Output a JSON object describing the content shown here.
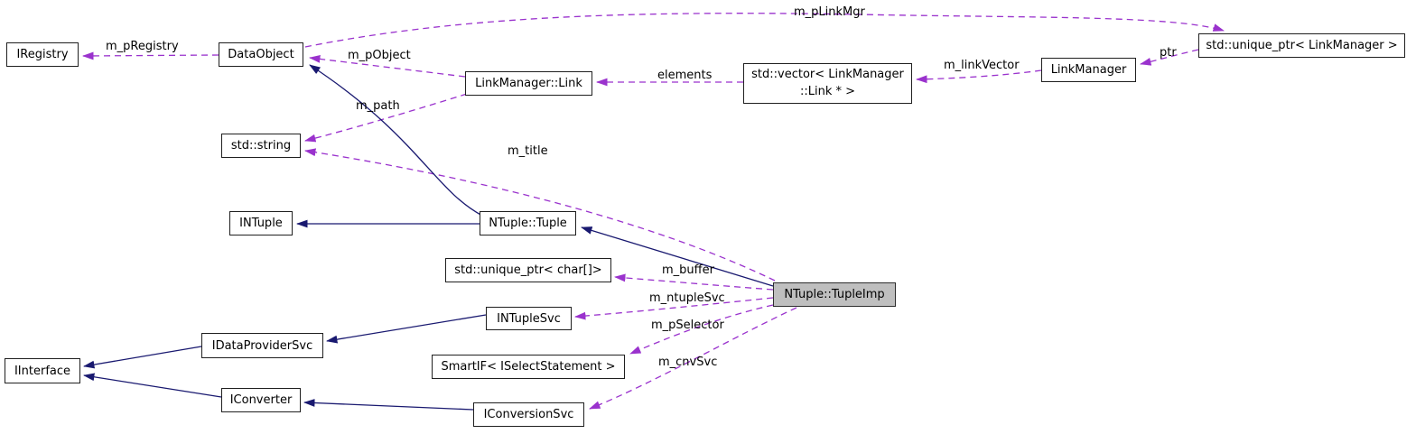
{
  "diagram": {
    "type": "class-collaboration-graph",
    "main_class": "NTuple::TupleImp",
    "colors": {
      "member_edge": "#9a32cd",
      "inheritance_edge": "#191970",
      "main_node_fill": "#bfbfbf",
      "node_fill": "#ffffff",
      "node_border": "#1f1f1f"
    },
    "nodes": {
      "iregistry": {
        "label": "IRegistry"
      },
      "dataobject": {
        "label": "DataObject"
      },
      "unique_ptr_linkmanager": {
        "label": "std::unique_ptr< LinkManager >"
      },
      "linkmanager": {
        "label": "LinkManager"
      },
      "vector_link": {
        "label": "std::vector< LinkManager ::Link * >",
        "line1": "std::vector< LinkManager",
        "line2": "::Link * >"
      },
      "linkmanager_link": {
        "label": "LinkManager::Link"
      },
      "std_string": {
        "label": "std::string"
      },
      "intuple": {
        "label": "INTuple"
      },
      "ntuple_tuple": {
        "label": "NTuple::Tuple"
      },
      "unique_ptr_char": {
        "label": "std::unique_ptr< char[]>"
      },
      "ntuple_tupleimp": {
        "label": "NTuple::TupleImp"
      },
      "intuplesvc": {
        "label": "INTupleSvc"
      },
      "idataprovidersvc": {
        "label": "IDataProviderSvc"
      },
      "smartif": {
        "label": "SmartIF< ISelectStatement >"
      },
      "iinterface": {
        "label": "IInterface"
      },
      "iconverter": {
        "label": "IConverter"
      },
      "iconversionsvc": {
        "label": "IConversionSvc"
      }
    },
    "edges": [
      {
        "label": "m_pRegistry",
        "from": "DataObject",
        "to": "IRegistry",
        "type": "member"
      },
      {
        "label": "m_pLinkMgr",
        "from": "DataObject",
        "to": "std::unique_ptr< LinkManager >",
        "type": "member"
      },
      {
        "label": "ptr",
        "from": "std::unique_ptr< LinkManager >",
        "to": "LinkManager",
        "type": "member"
      },
      {
        "label": "m_linkVector",
        "from": "LinkManager",
        "to": "std::vector< LinkManager::Link * >",
        "type": "member"
      },
      {
        "label": "elements",
        "from": "std::vector< LinkManager::Link * >",
        "to": "LinkManager::Link",
        "type": "member"
      },
      {
        "label": "m_pObject",
        "from": "LinkManager::Link",
        "to": "DataObject",
        "type": "member"
      },
      {
        "label": "m_path",
        "from": "LinkManager::Link",
        "to": "std::string",
        "type": "member"
      },
      {
        "label": "m_title",
        "from": "NTuple::TupleImp",
        "to": "std::string",
        "type": "member"
      },
      {
        "label": "m_buffer",
        "from": "NTuple::TupleImp",
        "to": "std::unique_ptr< char[]>",
        "type": "member"
      },
      {
        "label": "m_ntupleSvc",
        "from": "NTuple::TupleImp",
        "to": "INTupleSvc",
        "type": "member"
      },
      {
        "label": "m_pSelector",
        "from": "NTuple::TupleImp",
        "to": "SmartIF< ISelectStatement >",
        "type": "member"
      },
      {
        "label": "m_cnvSvc",
        "from": "NTuple::TupleImp",
        "to": "IConversionSvc",
        "type": "member"
      },
      {
        "label": "",
        "from": "NTuple::Tuple",
        "to": "INTuple",
        "type": "inheritance"
      },
      {
        "label": "",
        "from": "NTuple::Tuple",
        "to": "DataObject",
        "type": "inheritance"
      },
      {
        "label": "",
        "from": "NTuple::TupleImp",
        "to": "NTuple::Tuple",
        "type": "inheritance"
      },
      {
        "label": "",
        "from": "INTupleSvc",
        "to": "IDataProviderSvc",
        "type": "inheritance"
      },
      {
        "label": "",
        "from": "IDataProviderSvc",
        "to": "IInterface",
        "type": "inheritance"
      },
      {
        "label": "",
        "from": "IConverter",
        "to": "IInterface",
        "type": "inheritance"
      },
      {
        "label": "",
        "from": "IConversionSvc",
        "to": "IConverter",
        "type": "inheritance"
      }
    ]
  }
}
